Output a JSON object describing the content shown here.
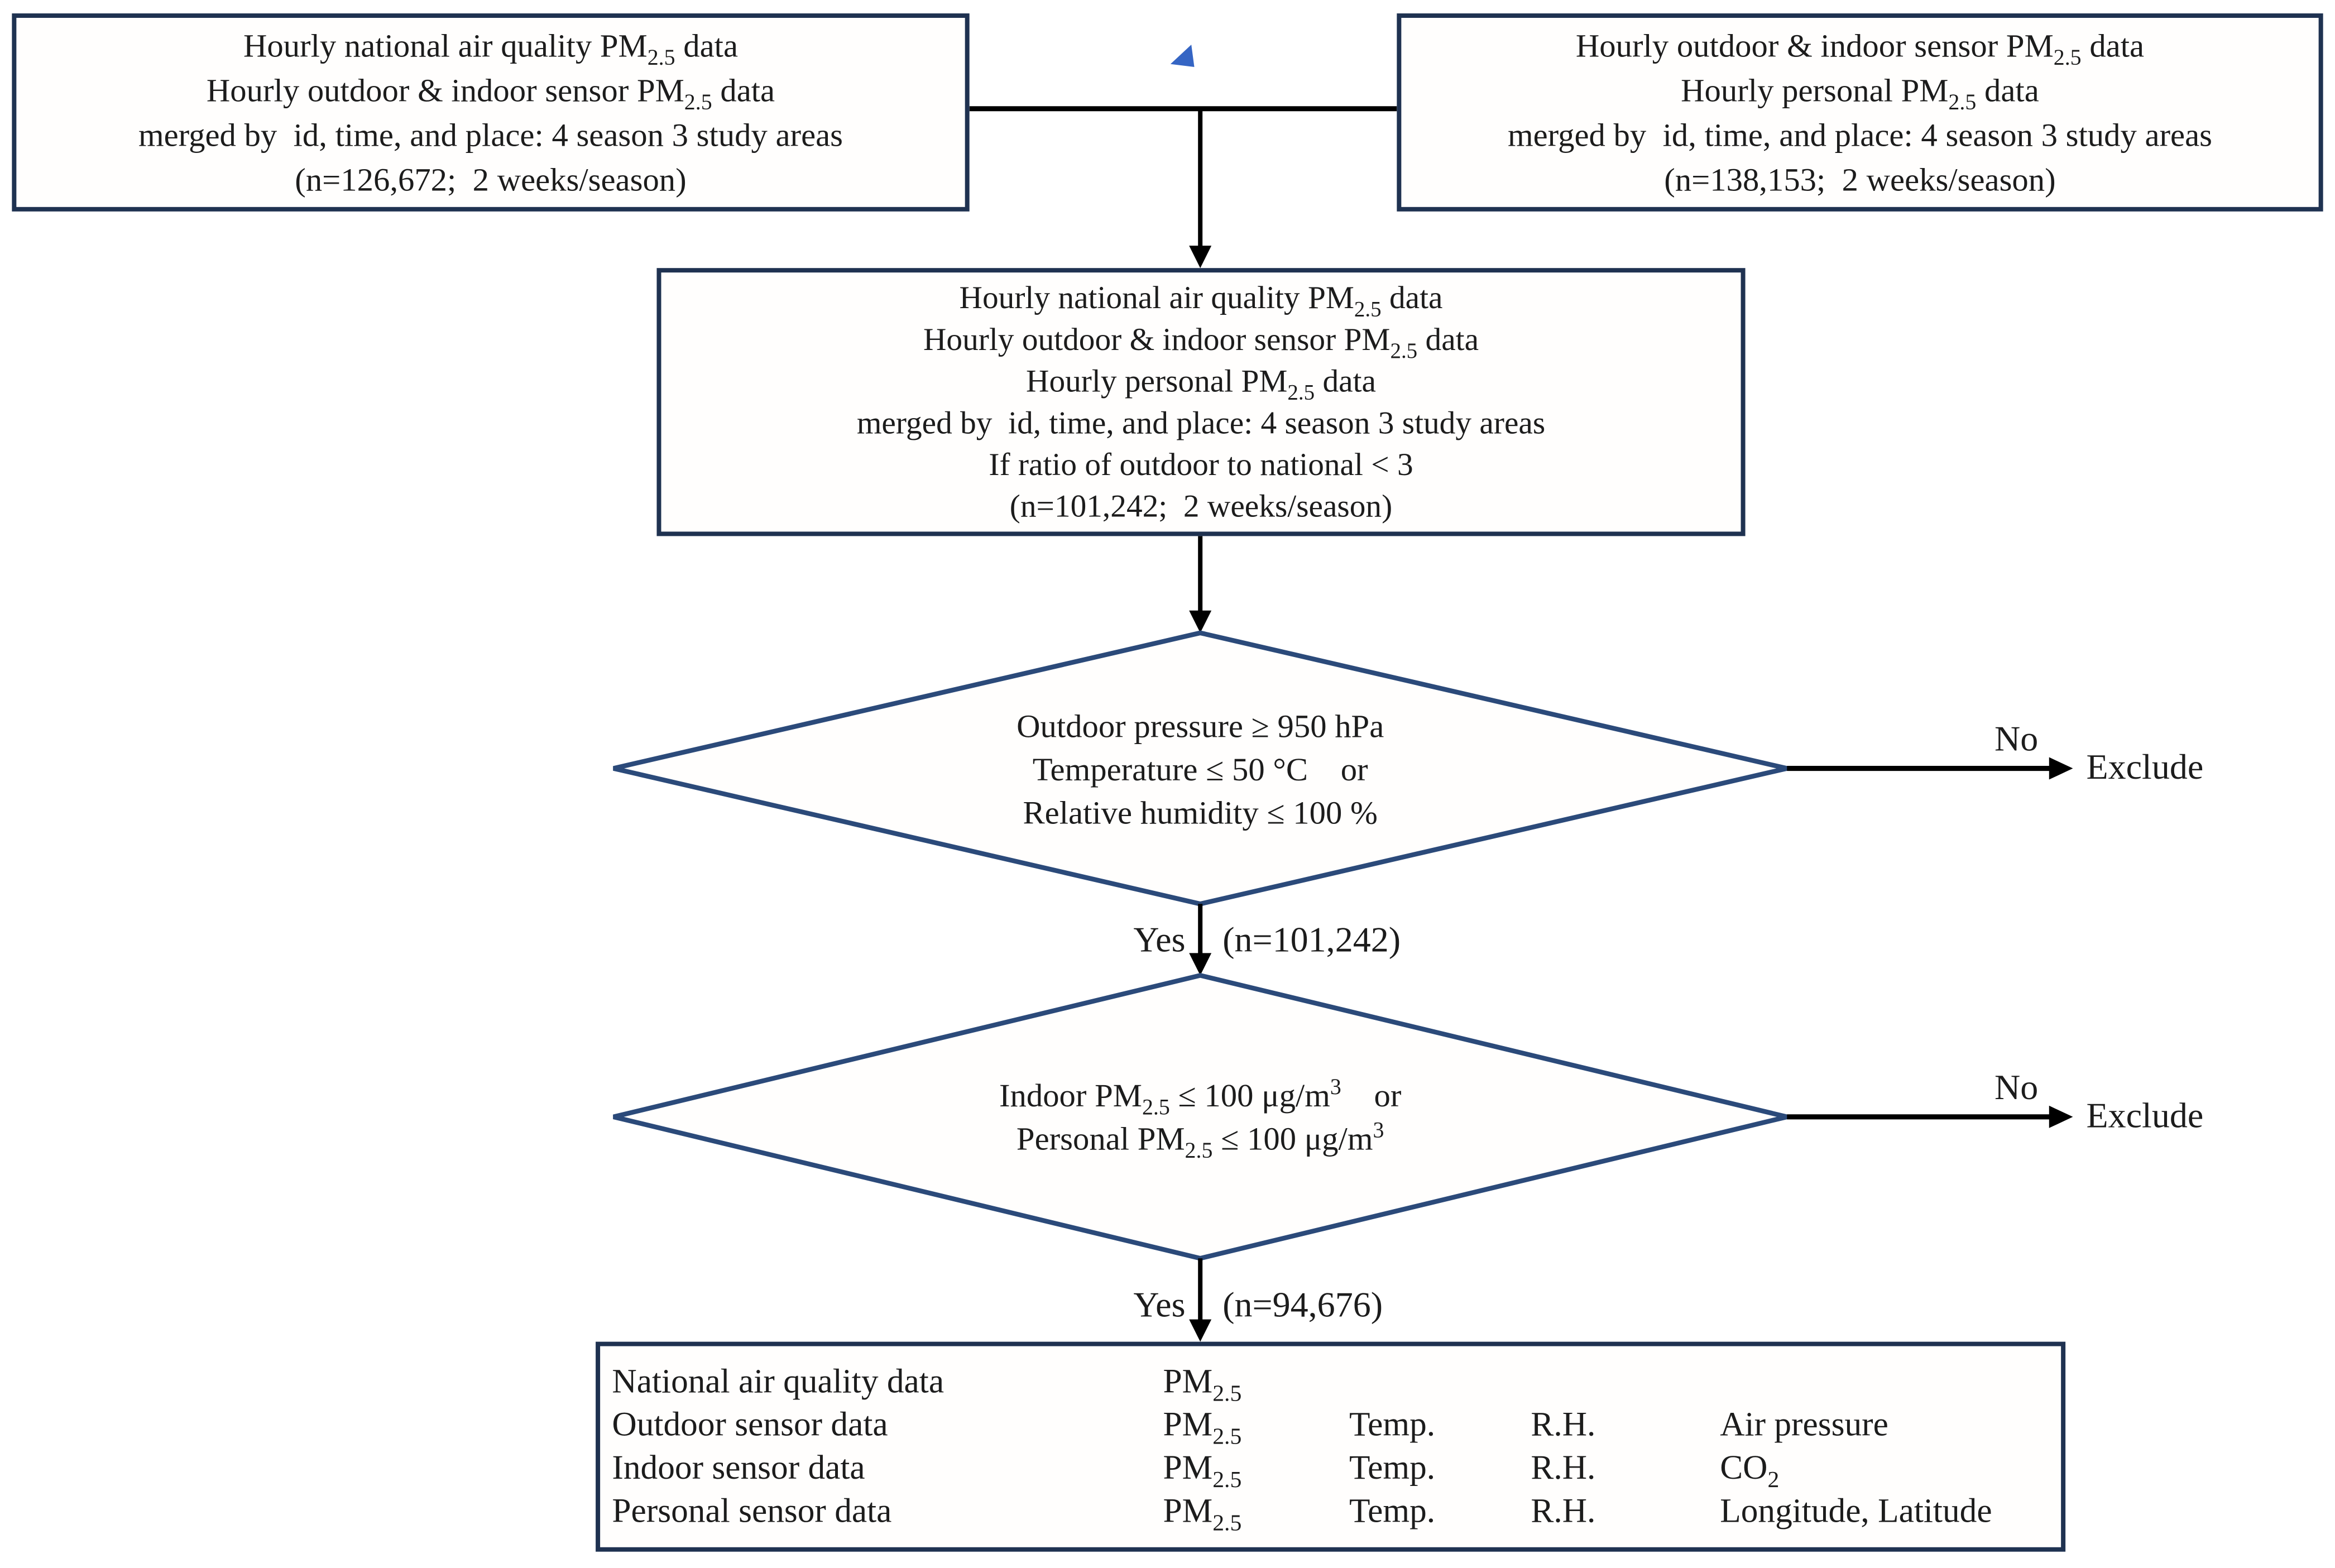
{
  "figure": {
    "type": "flowchart",
    "description": "Data processing flowchart for hourly PM2.5 sensor data merging and quality-control exclusions"
  },
  "palette": {
    "box_border": "#1f3251",
    "diamond_border": "#2b4a7a",
    "arrow_color": "#000000",
    "text_color": "#1c1c1c",
    "cursor_blue": "#3565c4",
    "background": "#ffffff"
  },
  "boxes": {
    "top_left": {
      "lines": [
        "Hourly national air quality PM~2.5~ data",
        "Hourly outdoor & indoor sensor PM~2.5~ data",
        "merged by  id, time, and place: 4 season 3 study areas",
        "(n=126,672;  2 weeks/season)"
      ]
    },
    "top_right": {
      "lines": [
        "Hourly outdoor & indoor sensor PM~2.5~ data",
        "Hourly personal PM~2.5~ data",
        "merged by  id, time, and place: 4 season 3 study areas",
        "(n=138,153;  2 weeks/season)"
      ]
    },
    "merged": {
      "lines": [
        "Hourly national air quality PM~2.5~ data",
        "Hourly outdoor & indoor sensor PM~2.5~ data",
        "Hourly personal PM~2.5~ data",
        "merged by  id, time, and place: 4 season 3 study areas",
        "If ratio of outdoor to national < 3",
        "(n=101,242;  2 weeks/season)"
      ]
    },
    "decision1": {
      "lines": [
        "Outdoor pressure ≥ 950 hPa",
        "Temperature ≤ 50 °C    or",
        "Relative humidity ≤ 100 %"
      ]
    },
    "decision2": {
      "lines": [
        "Indoor PM~2.5~ ≤ 100 μg/m^3^    or",
        "Personal PM~2.5~ ≤ 100 μg/m^3^"
      ]
    }
  },
  "labels": {
    "yes1": "Yes",
    "n1": "(n=101,242)",
    "no1": "No",
    "exclude1": "Exclude",
    "yes2": "Yes",
    "n2": "(n=94,676)",
    "no2": "No",
    "exclude2": "Exclude"
  },
  "icons": {
    "cursor_artifact": "small blue triangle pointer artifact"
  },
  "table": {
    "rows": [
      {
        "label": "National air quality data",
        "cols": [
          "PM~2.5~",
          "",
          "",
          ""
        ]
      },
      {
        "label": "Outdoor sensor data",
        "cols": [
          "PM~2.5~",
          "Temp.",
          "R.H.",
          "Air pressure"
        ]
      },
      {
        "label": "Indoor sensor data",
        "cols": [
          "PM~2.5~",
          "Temp.",
          "R.H.",
          "CO~2~"
        ]
      },
      {
        "label": "Personal sensor data",
        "cols": [
          "PM~2.5~",
          "Temp.",
          "R.H.",
          "Longitude, Latitude"
        ]
      }
    ]
  }
}
